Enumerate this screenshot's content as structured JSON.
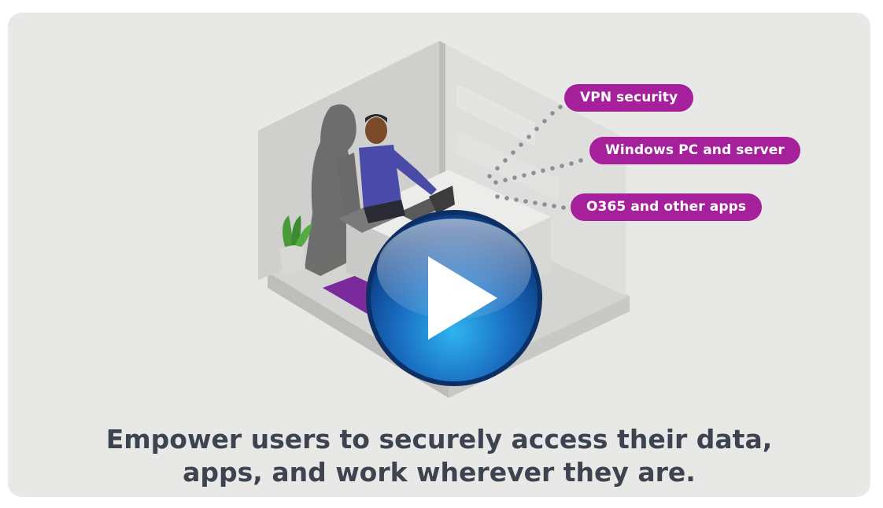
{
  "labels": {
    "vpn": "VPN security",
    "windows": "Windows PC and server",
    "o365": "O365 and other apps"
  },
  "caption": {
    "line1": "Empower users to securely access their data,",
    "line2": "apps, and work wherever they are."
  },
  "colors": {
    "card_background": "#e8e8e6",
    "pill": "#a6209c",
    "caption_text": "#3d4450",
    "rug": "#7a2a9a",
    "play_blue": "#1a5fb0"
  },
  "icons": {
    "play": "play-icon"
  }
}
